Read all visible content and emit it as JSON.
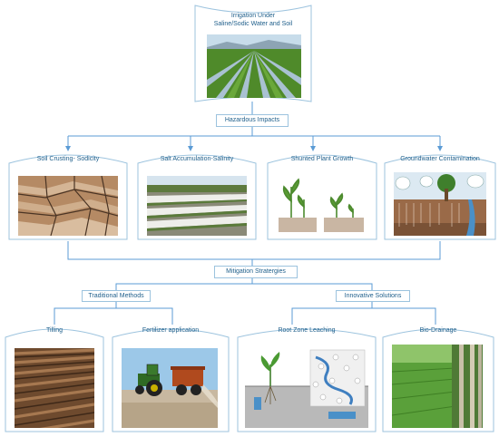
{
  "top": {
    "title_line1": "Irrigation Under",
    "title_line2": "Saline/Sodic Water and Soil"
  },
  "labels": {
    "hazardous": "Hazardous Impacts",
    "mitigation": "Mitigation Stratergies",
    "traditional": "Traditional Methods",
    "innovative": "Innovative Solutions"
  },
  "impacts": [
    {
      "title": "Soil Crusting- Sodicity"
    },
    {
      "title": "Salt Accumulation-Salinity"
    },
    {
      "title": "Shunted Plant Growth"
    },
    {
      "title": "Groundwater Contamination"
    }
  ],
  "solutions": [
    {
      "title": "Tilling"
    },
    {
      "title": "Fertilizer application"
    },
    {
      "title": "Root Zone Leaching"
    },
    {
      "title": "Bio-Drainage"
    }
  ],
  "colors": {
    "card_border": "#9cc3de",
    "connector": "#5b9bd5",
    "text": "#1f5f8b"
  }
}
